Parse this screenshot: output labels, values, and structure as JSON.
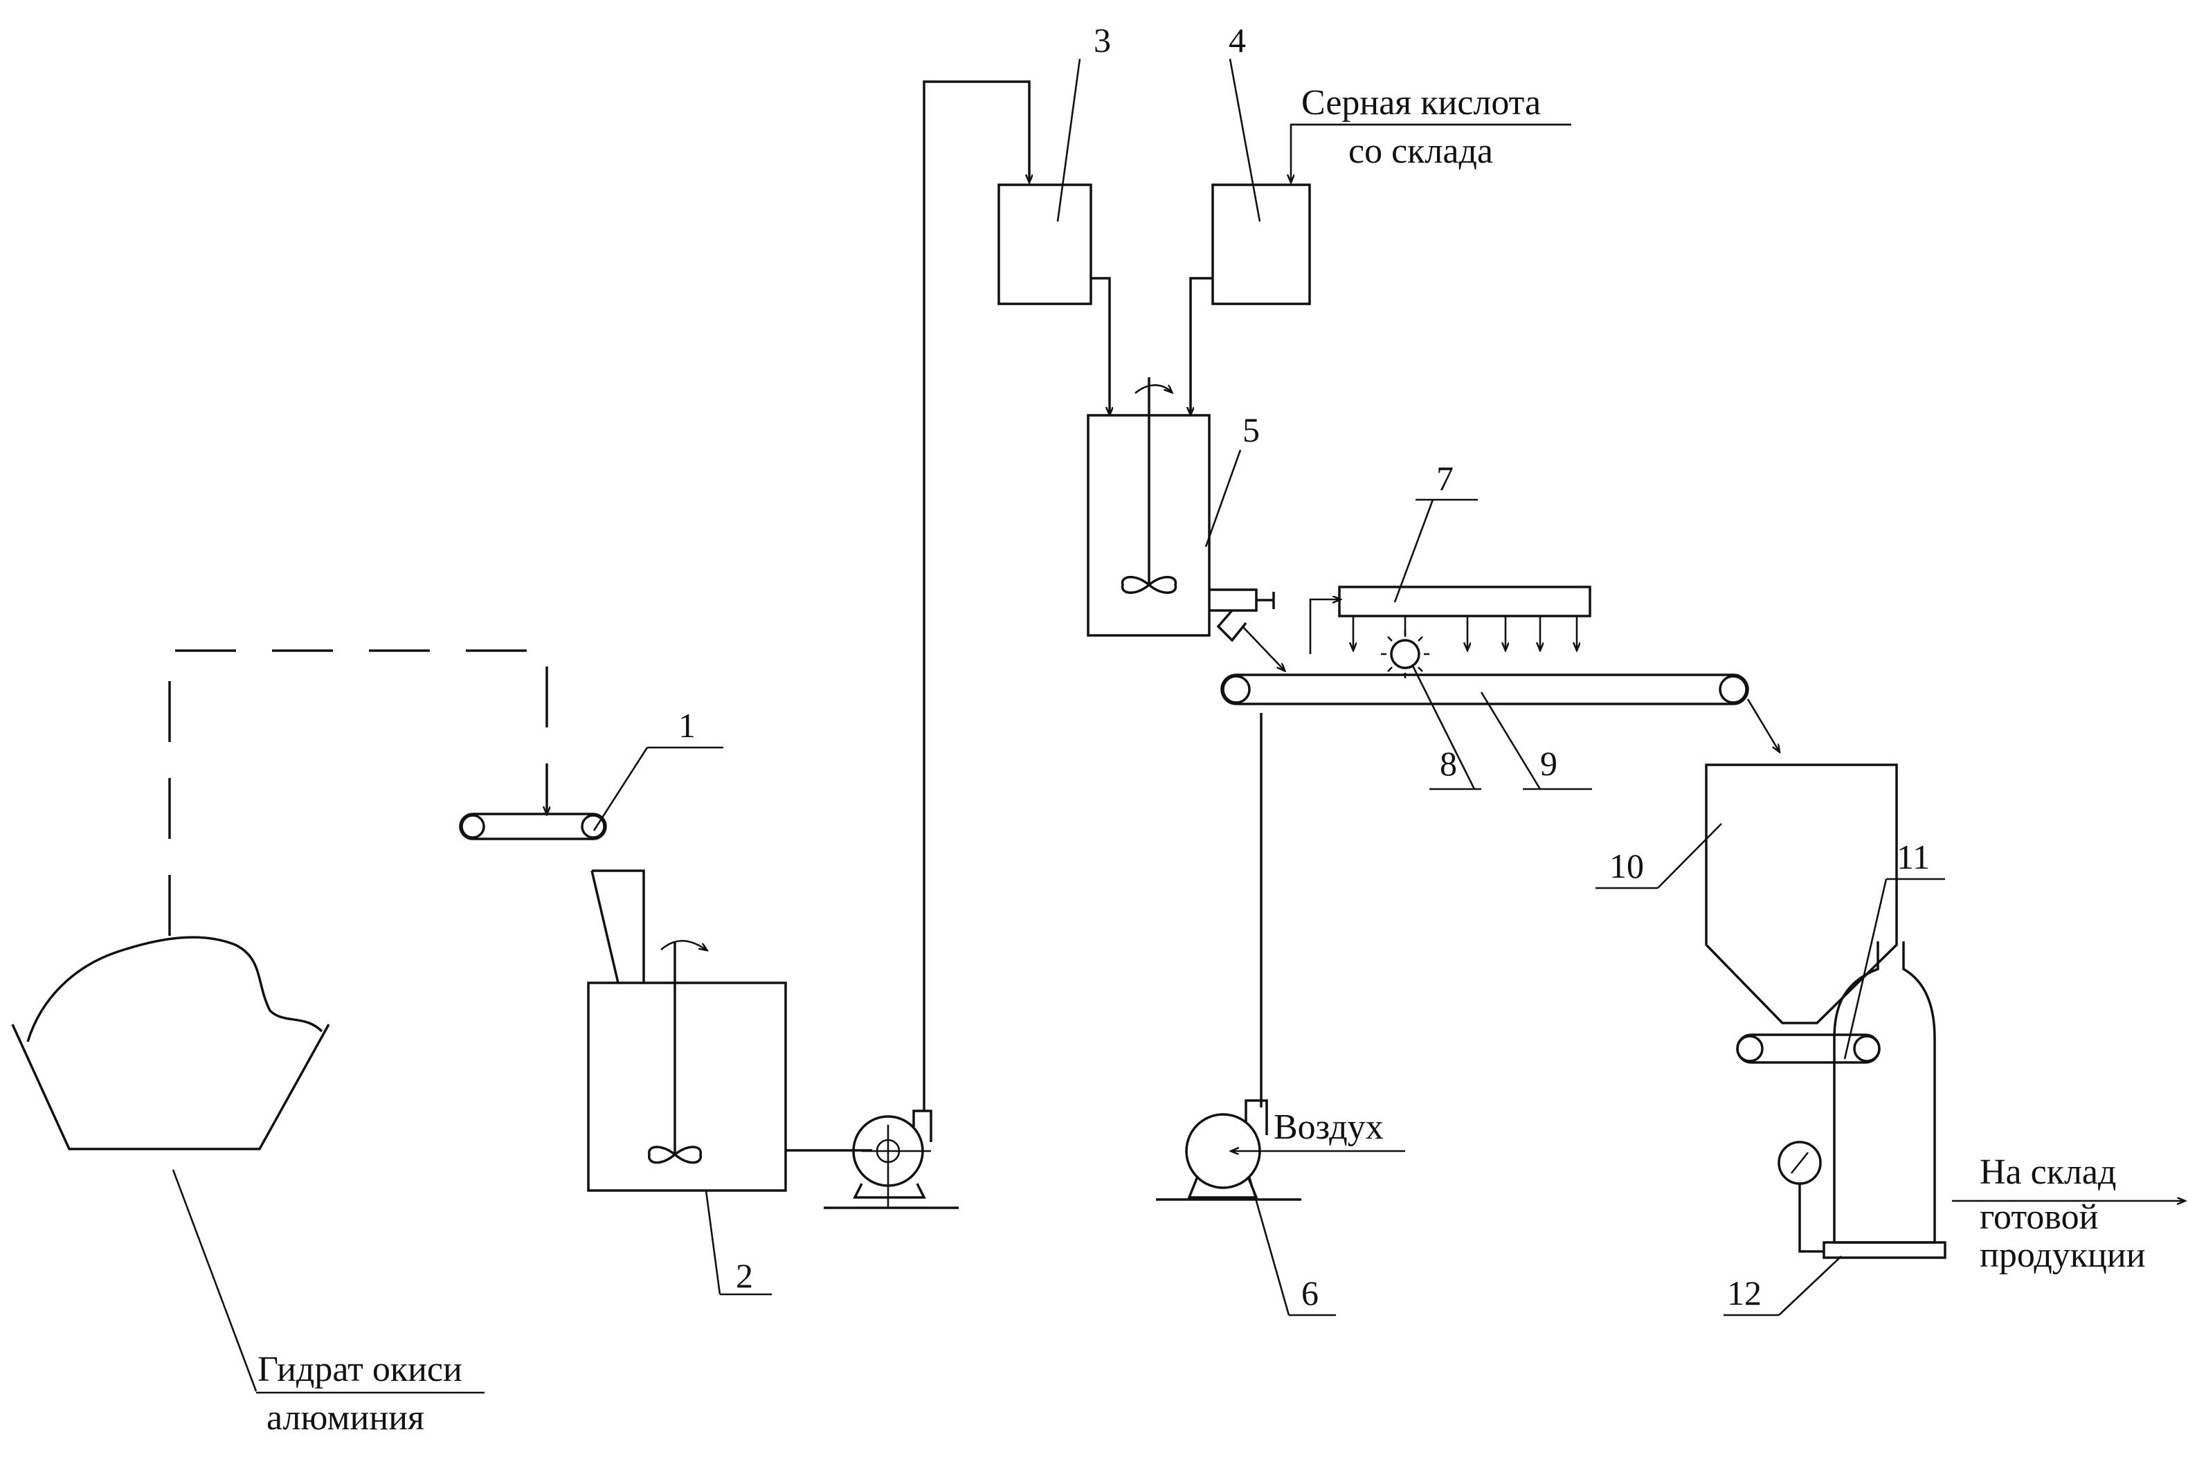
{
  "labels": {
    "acid_line1": "Серная кислота",
    "acid_line2": "со склада",
    "air": "Воздух",
    "store_line1": "На склад",
    "store_line2": "готовой",
    "store_line3": "продукции",
    "raw_line1": "Гидрат окиси",
    "raw_line2": "алюминия"
  },
  "numbers": [
    "1",
    "2",
    "3",
    "4",
    "5",
    "6",
    "7",
    "8",
    "9",
    "10",
    "11",
    "12"
  ]
}
